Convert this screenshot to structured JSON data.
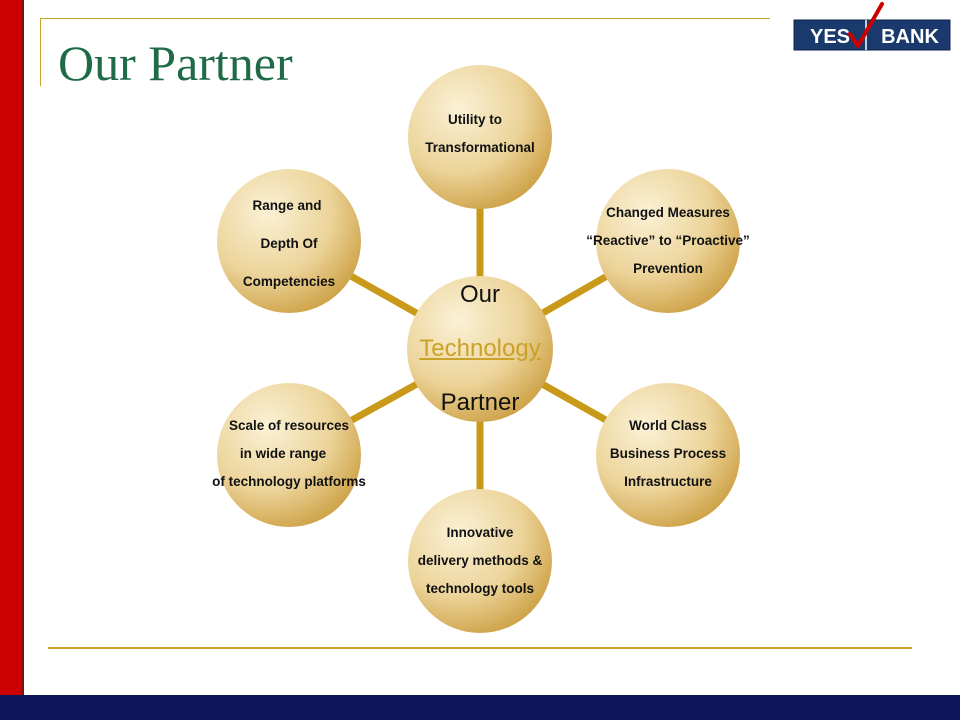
{
  "slide": {
    "title": "Our Partner"
  },
  "logo": {
    "left_text": "YES",
    "right_text": "BANK",
    "colors": {
      "background": "#1a3a6e",
      "text": "#ffffff",
      "tick": "#cc0000"
    }
  },
  "diagram": {
    "center": {
      "line1": "Our",
      "line2": "Technology",
      "line3": "Partner"
    },
    "nodes": [
      {
        "lines": [
          "Utility to",
          "Transformational"
        ]
      },
      {
        "lines": [
          "Changed Measures",
          "“Reactive” to “Proactive”",
          "Prevention"
        ]
      },
      {
        "lines": [
          "World Class",
          "Business Process",
          "Infrastructure"
        ]
      },
      {
        "lines": [
          "Innovative",
          "delivery methods &",
          "technology tools"
        ]
      },
      {
        "lines": [
          "Scale of resources",
          "in wide range",
          "of technology platforms"
        ]
      },
      {
        "lines": [
          "Range and",
          "Depth Of",
          "Competencies"
        ]
      }
    ]
  },
  "colors": {
    "accent_gold": "#c9a227",
    "title_green": "#1f6b48",
    "left_bar_red": "#cc0000",
    "bottom_bar_navy": "#0f1559"
  }
}
